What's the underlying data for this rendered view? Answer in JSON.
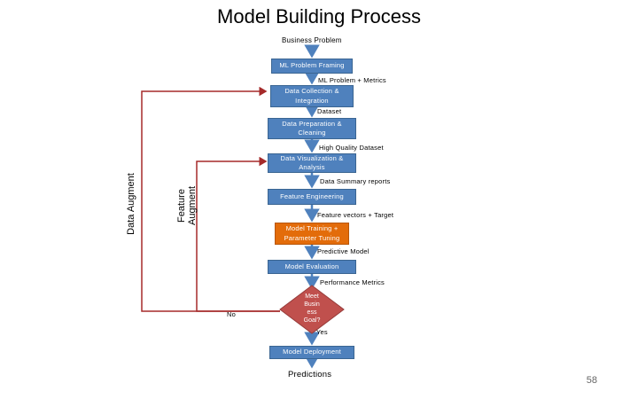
{
  "title": "Model Building Process",
  "nodes": {
    "business_problem": "Business Problem",
    "ml_problem_framing": "ML Problem Framing",
    "data_collection": "Data Collection &\nIntegration",
    "data_preparation": "Data Preparation &\nCleaning",
    "data_visualization": "Data Visualization &\nAnalysis",
    "feature_engineering": "Feature Engineering",
    "model_training": "Model Training +\nParameter Tuning",
    "model_evaluation": "Model Evaluation",
    "decision": "Meet\nBusin\ness\nGoal?",
    "model_deployment": "Model Deployment",
    "predictions": "Predictions"
  },
  "edges": {
    "ml_problem_metrics": "ML Problem + Metrics",
    "dataset": "Dataset",
    "high_quality_dataset": "High Quality Dataset",
    "data_summary_reports": "Data Summary reports",
    "feature_vectors_target": "Feature vectors + Target",
    "predictive_model": "Predictive Model",
    "performance_metrics": "Performance Metrics",
    "no": "No",
    "yes": "Yes"
  },
  "loops": {
    "data_augment": "Data Augment",
    "feature_augment": "Feature\nAugment"
  },
  "page_number": "58",
  "colors": {
    "box": "#4f81bd",
    "accent_box": "#e36c0a",
    "decision": "#c0504d",
    "loop_line": "#a52a2a"
  }
}
